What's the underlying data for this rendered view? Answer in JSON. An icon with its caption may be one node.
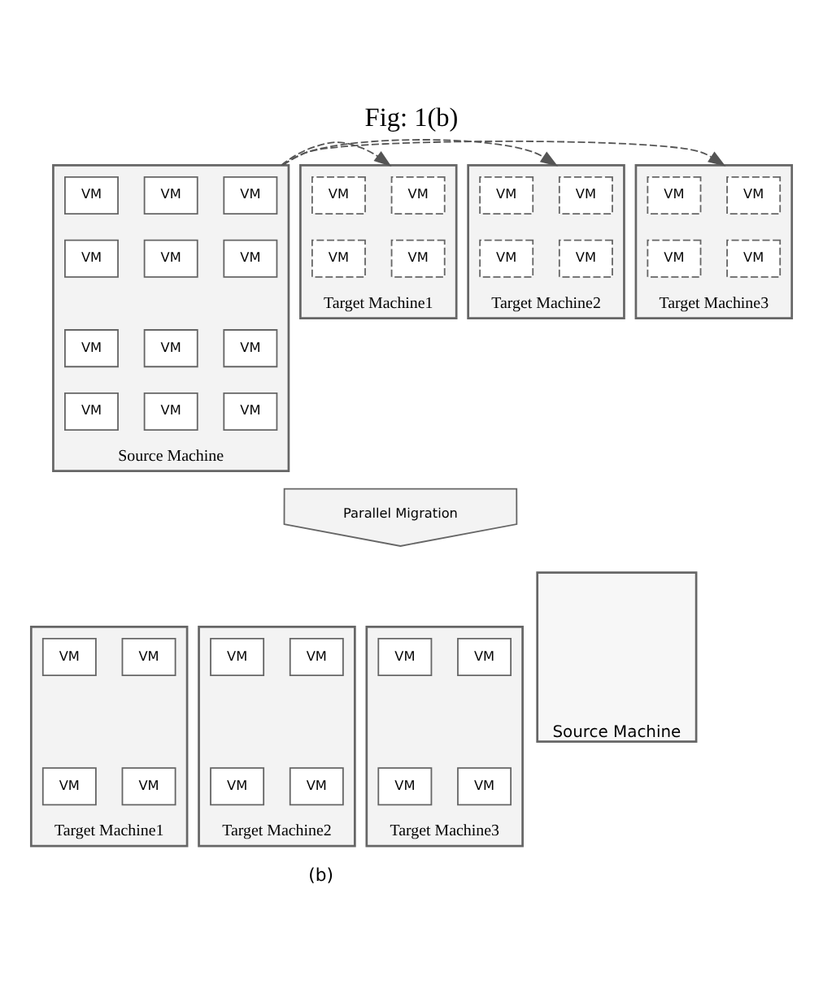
{
  "diagram": {
    "title": "Fig: 1(b)",
    "caption": "(b)",
    "nodes": [
      {
        "text": [
          "Source Machine"
        ]
      },
      {
        "text": [
          "VM"
        ],
        "in": 0
      },
      {
        "text": [
          "VM"
        ],
        "in": 0
      },
      {
        "text": [
          "VM"
        ],
        "in": 0
      },
      {
        "text": [
          "VM"
        ],
        "in": 0
      },
      {
        "text": [
          "VM"
        ],
        "in": 0
      },
      {
        "text": [
          "VM"
        ],
        "in": 0
      },
      {
        "text": [
          "VM"
        ],
        "in": 0
      },
      {
        "text": [
          "VM"
        ],
        "in": 0
      },
      {
        "text": [
          "VM"
        ],
        "in": 0
      },
      {
        "text": [
          "VM"
        ],
        "in": 0
      },
      {
        "text": [
          "VM"
        ],
        "in": 0
      },
      {
        "text": [
          "VM"
        ],
        "in": 0
      },
      {
        "text": [
          "Target Machine1"
        ]
      },
      {
        "text": [
          "VM"
        ],
        "in": 13
      },
      {
        "text": [
          "VM"
        ],
        "in": 13
      },
      {
        "text": [
          "VM"
        ],
        "in": 13
      },
      {
        "text": [
          "VM"
        ],
        "in": 13
      },
      {
        "text": [
          "Target Machine2"
        ]
      },
      {
        "text": [
          "VM"
        ],
        "in": 18
      },
      {
        "text": [
          "VM"
        ],
        "in": 18
      },
      {
        "text": [
          "VM"
        ],
        "in": 18
      },
      {
        "text": [
          "VM"
        ],
        "in": 18
      },
      {
        "text": [
          "Target Machine3"
        ]
      },
      {
        "text": [
          "VM"
        ],
        "in": 23
      },
      {
        "text": [
          "VM"
        ],
        "in": 23
      },
      {
        "text": [
          "VM"
        ],
        "in": 23
      },
      {
        "text": [
          "VM"
        ],
        "in": 23
      },
      {
        "text": [
          "Parallel Migration"
        ]
      },
      {
        "text": [
          "Source Machine"
        ]
      },
      {
        "text": [
          "Target Machine1"
        ]
      },
      {
        "text": [
          "VM"
        ],
        "in": 30
      },
      {
        "text": [
          "VM"
        ],
        "in": 30
      },
      {
        "text": [
          "VM"
        ],
        "in": 30
      },
      {
        "text": [
          "VM"
        ],
        "in": 30
      },
      {
        "text": [
          "Target Machine2"
        ]
      },
      {
        "text": [
          "VM"
        ],
        "in": 35
      },
      {
        "text": [
          "VM"
        ],
        "in": 35
      },
      {
        "text": [
          "VM"
        ],
        "in": 35
      },
      {
        "text": [
          "VM"
        ],
        "in": 35
      },
      {
        "text": [
          "Target Machine3"
        ]
      },
      {
        "text": [
          "VM"
        ],
        "in": 40
      },
      {
        "text": [
          "VM"
        ],
        "in": 40
      },
      {
        "text": [
          "VM"
        ],
        "in": 40
      },
      {
        "text": [
          "VM"
        ],
        "in": 40
      }
    ],
    "edges": [
      {
        "from": 0,
        "to": 13,
        "arrow": "to",
        "style": "dashed"
      },
      {
        "from": 0,
        "to": 18,
        "arrow": "to",
        "style": "dashed"
      },
      {
        "from": 0,
        "to": 23,
        "arrow": "to",
        "style": "dashed"
      }
    ]
  }
}
